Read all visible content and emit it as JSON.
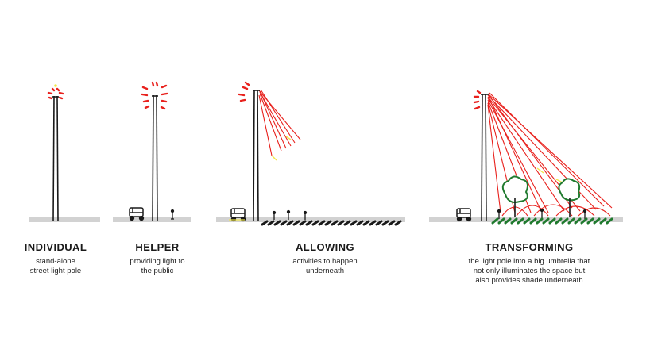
{
  "colors": {
    "pole": "#1a1a1a",
    "light": "#e8201c",
    "glow": "#f2e84a",
    "ground": "#d2d2d2",
    "grass": "#1f7a2e",
    "crowd": "#1a1a1a"
  },
  "panels": [
    {
      "title": "INDIVIDUAL",
      "caption": [
        "stand-alone",
        "street light pole"
      ]
    },
    {
      "title": "HELPER",
      "caption": [
        "providing light to",
        "the public"
      ]
    },
    {
      "title": "ALLOWING",
      "caption": [
        "activities to happen",
        "underneath"
      ]
    },
    {
      "title": "TRANSFORMING",
      "caption": [
        "the light pole into a big umbrella that",
        "not only illuminates the space but",
        "also provides shade underneath"
      ]
    }
  ]
}
